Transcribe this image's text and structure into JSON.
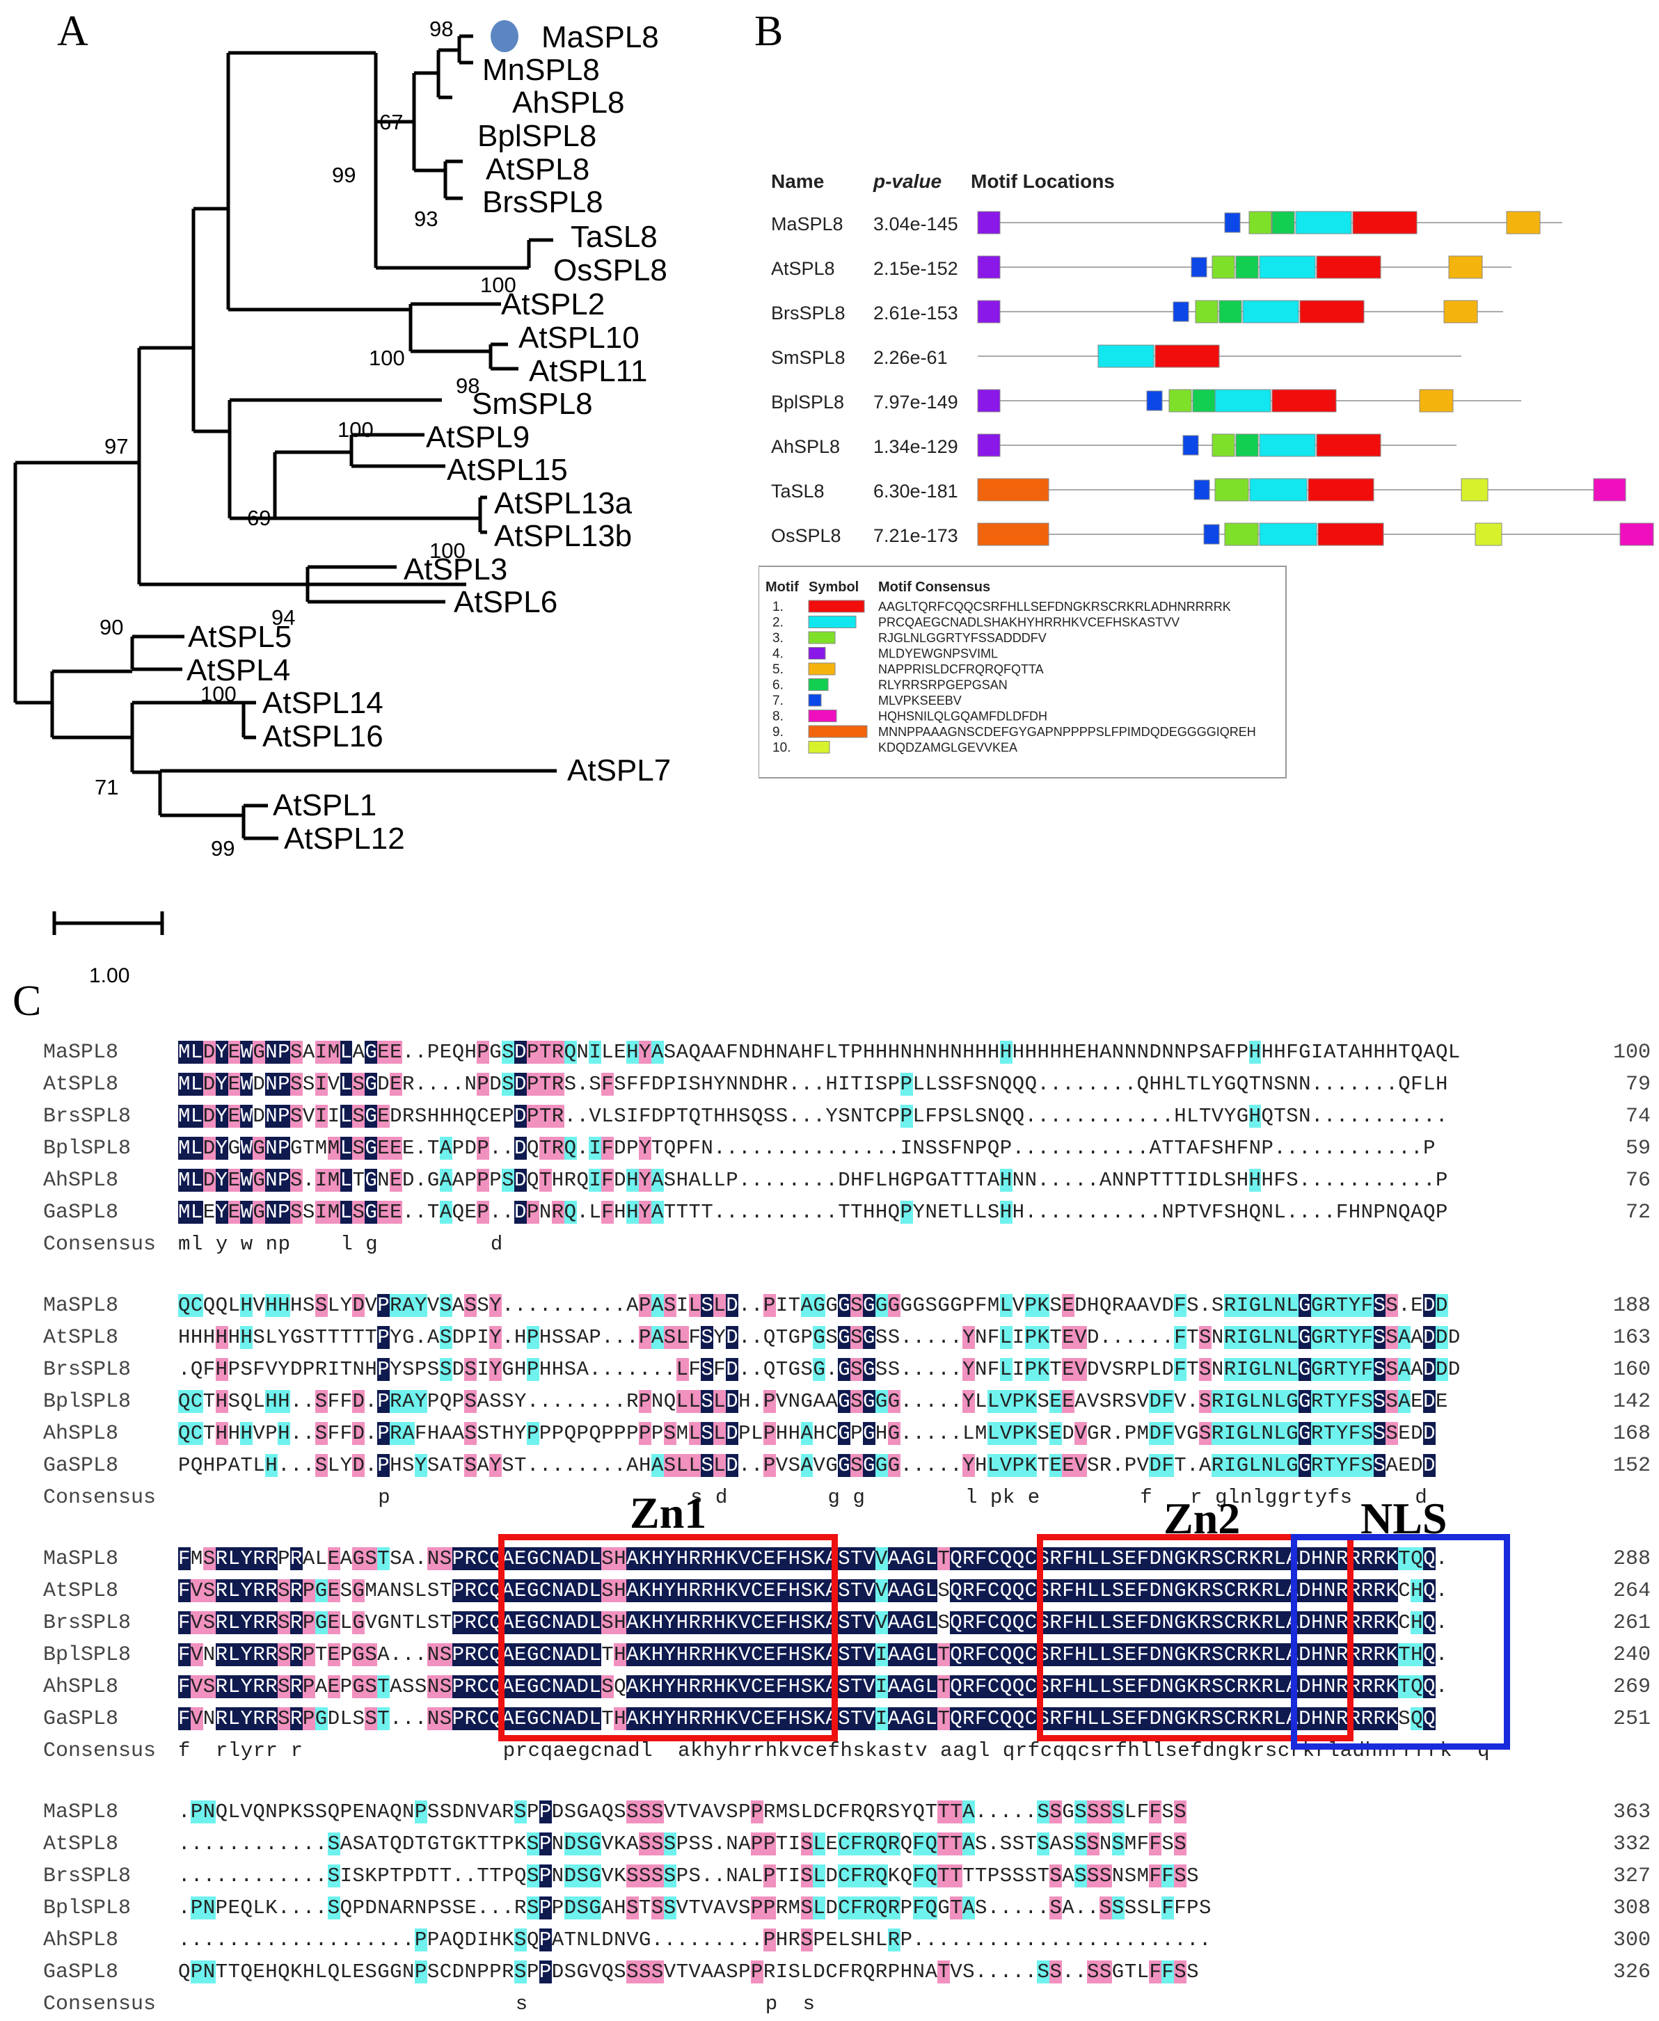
{
  "panels": {
    "a": "A",
    "b": "B",
    "c": "C"
  },
  "tree": {
    "scale_label": "1.00",
    "leaves": [
      "MaSPL8",
      "MnSPL8",
      "AhSPL8",
      "BplSPL8",
      "AtSPL8",
      "BrsSPL8",
      "TaSL8",
      "OsSPL8",
      "AtSPL2",
      "AtSPL10",
      "AtSPL11",
      "SmSPL8",
      "AtSPL9",
      "AtSPL15",
      "AtSPL13a",
      "AtSPL13b",
      "AtSPL3",
      "AtSPL6",
      "AtSPL5",
      "AtSPL4",
      "AtSPL14",
      "AtSPL16",
      "AtSPL7",
      "AtSPL1",
      "AtSPL12"
    ],
    "bootstrap": [
      "98",
      "67",
      "99",
      "93",
      "100",
      "100",
      "98",
      "100",
      "69",
      "97",
      "100",
      "94",
      "90",
      "100",
      "71",
      "99"
    ],
    "marker_color": "#5b86c2"
  },
  "motif_table": {
    "headers": {
      "name": "Name",
      "pvalue": "p-value",
      "locations": "Motif Locations"
    },
    "rows": [
      {
        "name": "MaSPL8",
        "pvalue": "3.04e-145"
      },
      {
        "name": "AtSPL8",
        "pvalue": "2.15e-152"
      },
      {
        "name": "BrsSPL8",
        "pvalue": "2.61e-153"
      },
      {
        "name": "SmSPL8",
        "pvalue": "2.26e-61"
      },
      {
        "name": "BplSPL8",
        "pvalue": "7.97e-149"
      },
      {
        "name": "AhSPL8",
        "pvalue": "1.34e-129"
      },
      {
        "name": "TaSL8",
        "pvalue": "6.30e-181"
      },
      {
        "name": "OsSPL8",
        "pvalue": "7.21e-173"
      }
    ],
    "motif_colors": {
      "1": "#f20d0d",
      "2": "#12e6ee",
      "3": "#7fe02a",
      "4": "#8a18e8",
      "5": "#f5b30e",
      "6": "#12cf52",
      "7": "#0c47e8",
      "8": "#f00fbf",
      "9": "#f2640c",
      "10": "#d7f22c"
    }
  },
  "legend": {
    "headers": {
      "motif": "Motif",
      "symbol": "Symbol",
      "consensus": "Motif Consensus"
    },
    "items": [
      {
        "n": "1.",
        "seq": "AAGLTQRFCQQCSRFHLLSEFDNGKRSCRKRLADHNRRRRK"
      },
      {
        "n": "2.",
        "seq": "PRCQAEGCNADLSHAKHYHRRHKVCEFHSKASTVV"
      },
      {
        "n": "3.",
        "seq": "RJGLNLGGRTYFSSADDDFV"
      },
      {
        "n": "4.",
        "seq": "MLDYEWGNPSVIML"
      },
      {
        "n": "5.",
        "seq": "NAPPRISLDCFRQRQFQTTA"
      },
      {
        "n": "6.",
        "seq": "RLYRRSRPGEPGSAN"
      },
      {
        "n": "7.",
        "seq": "MLVPKSEEBV"
      },
      {
        "n": "8.",
        "seq": "HQHSNILQLGQAMFDLDFDH"
      },
      {
        "n": "9.",
        "seq": "MNNPPAAAGNSCDEFGYGAPNPPPPSLFPIMDQDEGGGGIQREH"
      },
      {
        "n": "10.",
        "seq": "KDQDZAMGLGEVVKEA"
      }
    ]
  },
  "alignment": {
    "blocks": [
      {
        "rows": [
          {
            "name": "MaSPL8",
            "seq": "MLDYEWGNPSAIMLAGEE..PEQHPGSDPTRQNILEHYASAQAAFNDHNAHFLTPHHHNHNHNHHHHHHHHHEHANNNDNNPSAFPHHHFGIATAHHHTQAQL",
            "end": "100"
          },
          {
            "name": "AtSPL8",
            "seq": "MLDYEWDNPSSIVLSGDER....NPDSDPTRS.SFSFFDPISHYNNDHR...HITISPPLLSSFSNQQQ........QHHLTLYGQTNSNN.......QFLH",
            "end": "79"
          },
          {
            "name": "BrsSPL8",
            "seq": "MLDYEWDNPSVIILSGEDRSHHHQCEPDPTR..VLSIFDPTQTHHSQSS...YSNTCPPLFPSLSNQQ............HLTVYGHQTSN...........",
            "end": "74"
          },
          {
            "name": "BplSPL8",
            "seq": "MLDYGWGNPGTMMLSGEEE.TAPDP..DQTRQ.IFDPYTQPFN...............INSSFNPQP...........ATTAFSHFNP............P",
            "end": "59"
          },
          {
            "name": "AhSPL8",
            "seq": "MLDYEWGNPS.IMLTGNED.GAAPPPSDQTHRQIFDHYASHALLP........DHFLHGPGATTTAHNN.....ANNPTTTIDLSHHHFS...........P",
            "end": "76"
          },
          {
            "name": "GaSPL8",
            "seq": "MLEYEWGNPSSIMLSGEE..TAQEP..DPNRQ.LFHHYATTTT..........TTHHQPYNETLLSHH...........NPTVFSHQNL....FHNPNQAQP",
            "end": "72"
          },
          {
            "name": "Consensus",
            "seq": "ml y w np    l g         d                                                                           ",
            "end": ""
          }
        ]
      },
      {
        "rows": [
          {
            "name": "MaSPL8",
            "seq": "QCQQLHVHHHSSLYDVPRAYVSASSY..........APASILSLD..PITAGGGSGGGGGSGGPFMLVPKSEDHQRAAVDFS.SRIGLNLGGRTYFSS.EDD",
            "end": "188"
          },
          {
            "name": "AtSPL8",
            "seq": "HHHHHHSLYGSTTTTTPYG.ASDPIY.HPHSSAP...PASLFSYD..QTGPGSGSGSS.....YNFLIPKTEVD......FTSNRIGLNLGGRTYFSSAADDD",
            "end": "163"
          },
          {
            "name": "BrsSPL8",
            "seq": ".QFHPSFVYDPRITNHPYSPSSDSIYGHPHHSA.......LFSFD..QTGSG.GSGSS.....YNFLIPKTEVDVSRPLDFTSNRIGLNLGGRTYFSSAADDD",
            "end": "160"
          },
          {
            "name": "BplSPL8",
            "seq": "QCTHSQLHH..SFFD.PRAYPQPSASSY........RPNQLLSLDH.PVNGAAGSGGG.....YLLVPKSEEAVSRSVDFV.SRIGLNLGGRTYFSSSAEDE",
            "end": "142"
          },
          {
            "name": "AhSPL8",
            "seq": "QCTHHHVPH..SFFD.PRAFHAASSTHYPPPQPQPPPPPSMLSLDPLPHHAHCGPGHG.....LMLVPKSEDVGR.PMDFVGSRIGLNLGGRTYFSSSEDD",
            "end": "168"
          },
          {
            "name": "GaSPL8",
            "seq": "PQHPATLH...SLYD.PHSYSATSAYST........AHASLLSLD..PVSAVGGSGGG.....YHLVPKTEEVSR.PVDFT.ARIGLNLGGRTYFSSAEDD",
            "end": "152"
          },
          {
            "name": "Consensus",
            "seq": "                p                        s d        g g        l pk e        f   r glnlggrtyfs     d",
            "end": ""
          }
        ]
      },
      {
        "rows": [
          {
            "name": "MaSPL8",
            "seq": "FMSRLYRRPRALEAGSTSA.NSPRCQAEGCNADLSHAKHYHRRHKVCEFHSKASTVVAAGLTQRFCQQCSRFHLLSEFDNGKRSCRKRLADHNRRRRKTQQ.",
            "end": "288"
          },
          {
            "name": "AtSPL8",
            "seq": "FVSRLYRRSRPGESGMANSLSTPRCQAEGCNADLSHAKHYHRRHKVCEFHSKASTVVAAGLSQRFCQQCSRFHLLSEFDNGKRSCRKRLADHNRRRRKCHQ.",
            "end": "264"
          },
          {
            "name": "BrsSPL8",
            "seq": "FVSRLYRRSRPGELGVGNTLSTPRCQAEGCNADLSHAKHYHRRHKVCEFHSKASTVVAAGLSQRFCQQCSRFHLLSEFDNGKRSCRKRLADHNRRRRKCHQ.",
            "end": "261"
          },
          {
            "name": "BplSPL8",
            "seq": "FVNRLYRRSRPTEPGSA...NSPRCQAEGCNADLTHAKHYHRRHKVCEFHSKASTVIAAGLTQRFCQQCSRFHLLSEFDNGKRSCRKRLADHNRRRRKTHQ.",
            "end": "240"
          },
          {
            "name": "AhSPL8",
            "seq": "FVSRLYRRSRPAEPGSTASSNSPRCQAEGCNADLSQAKHYHRRHKVCEFHSKASTVIAAGLTQRFCQQCSRFHLLSEFDNGKRSCRKRLADHNRRRRKTQQ.",
            "end": "269"
          },
          {
            "name": "GaSPL8",
            "seq": "FVNRLYRRSRPGDLSST...NSPRCQAEGCNADLTHAKHYHRRHKVCEFHSKASTVIAAGLTQRFCQQCSRFHLLSEFDNGKRSCRKRLADHNRRRRKSQQ",
            "end": "251"
          },
          {
            "name": "Consensus",
            "seq": "f  rlyrr r                prcqaegcnadl  akhyhrrhkvcefhskastv aagl qrfcqqcsrfhllsefdngkrscrkrladhnrrrrk  q ",
            "end": ""
          }
        ],
        "boxes": [
          {
            "label": "Zn1",
            "color": "#ee1111"
          },
          {
            "label": "Zn2",
            "color": "#ee1111"
          },
          {
            "label": "NLS",
            "color": "#1a2bdc"
          }
        ]
      },
      {
        "rows": [
          {
            "name": "MaSPL8",
            "seq": ".PNQLVQNPKSSQPENAQNPSSDNVARSPPDSGAQSSSSVTVAVSPPRMSLDCFRQRSYQTTTA.....SSGSSSSLFFSS",
            "end": "363"
          },
          {
            "name": "AtSPL8",
            "seq": "............SASATQDTGTGKTTPKSPNDSGVKASSSPSS.NAPPTISLECFRQRQFQTTAS.SSTSASSSNSMFFSS",
            "end": "332"
          },
          {
            "name": "BrsSPL8",
            "seq": "............SISKPTPDTT..TTPQSPNDSGVKSSSSPS..NALPTISLDCFRQKQFQTTTTPSSSTSASSSNSMFFSS",
            "end": "327"
          },
          {
            "name": "BplSPL8",
            "seq": ".PNPEQLK....SQPDNARNPSSE...RSPPDSGAHSTSSVTVAVSPPRMSLDCFRQRPFQGTAS.....SA..SSSSLFFPS",
            "end": "308"
          },
          {
            "name": "AhSPL8",
            "seq": "...................PPAQDIHKSQPATNLDNVG.........PHRSPELSHLRP........................",
            "end": "300"
          },
          {
            "name": "GaSPL8",
            "seq": "QPNTTQEHQKHLQLESGGNPSCDNPPRSPPDSGVQSSSSVTVAASPPRISLDCFRQRPHNATVS.....SS..SSGTLFFSS",
            "end": "326"
          },
          {
            "name": "Consensus",
            "seq": "                           s                   p  s                               ",
            "end": ""
          }
        ]
      }
    ]
  }
}
